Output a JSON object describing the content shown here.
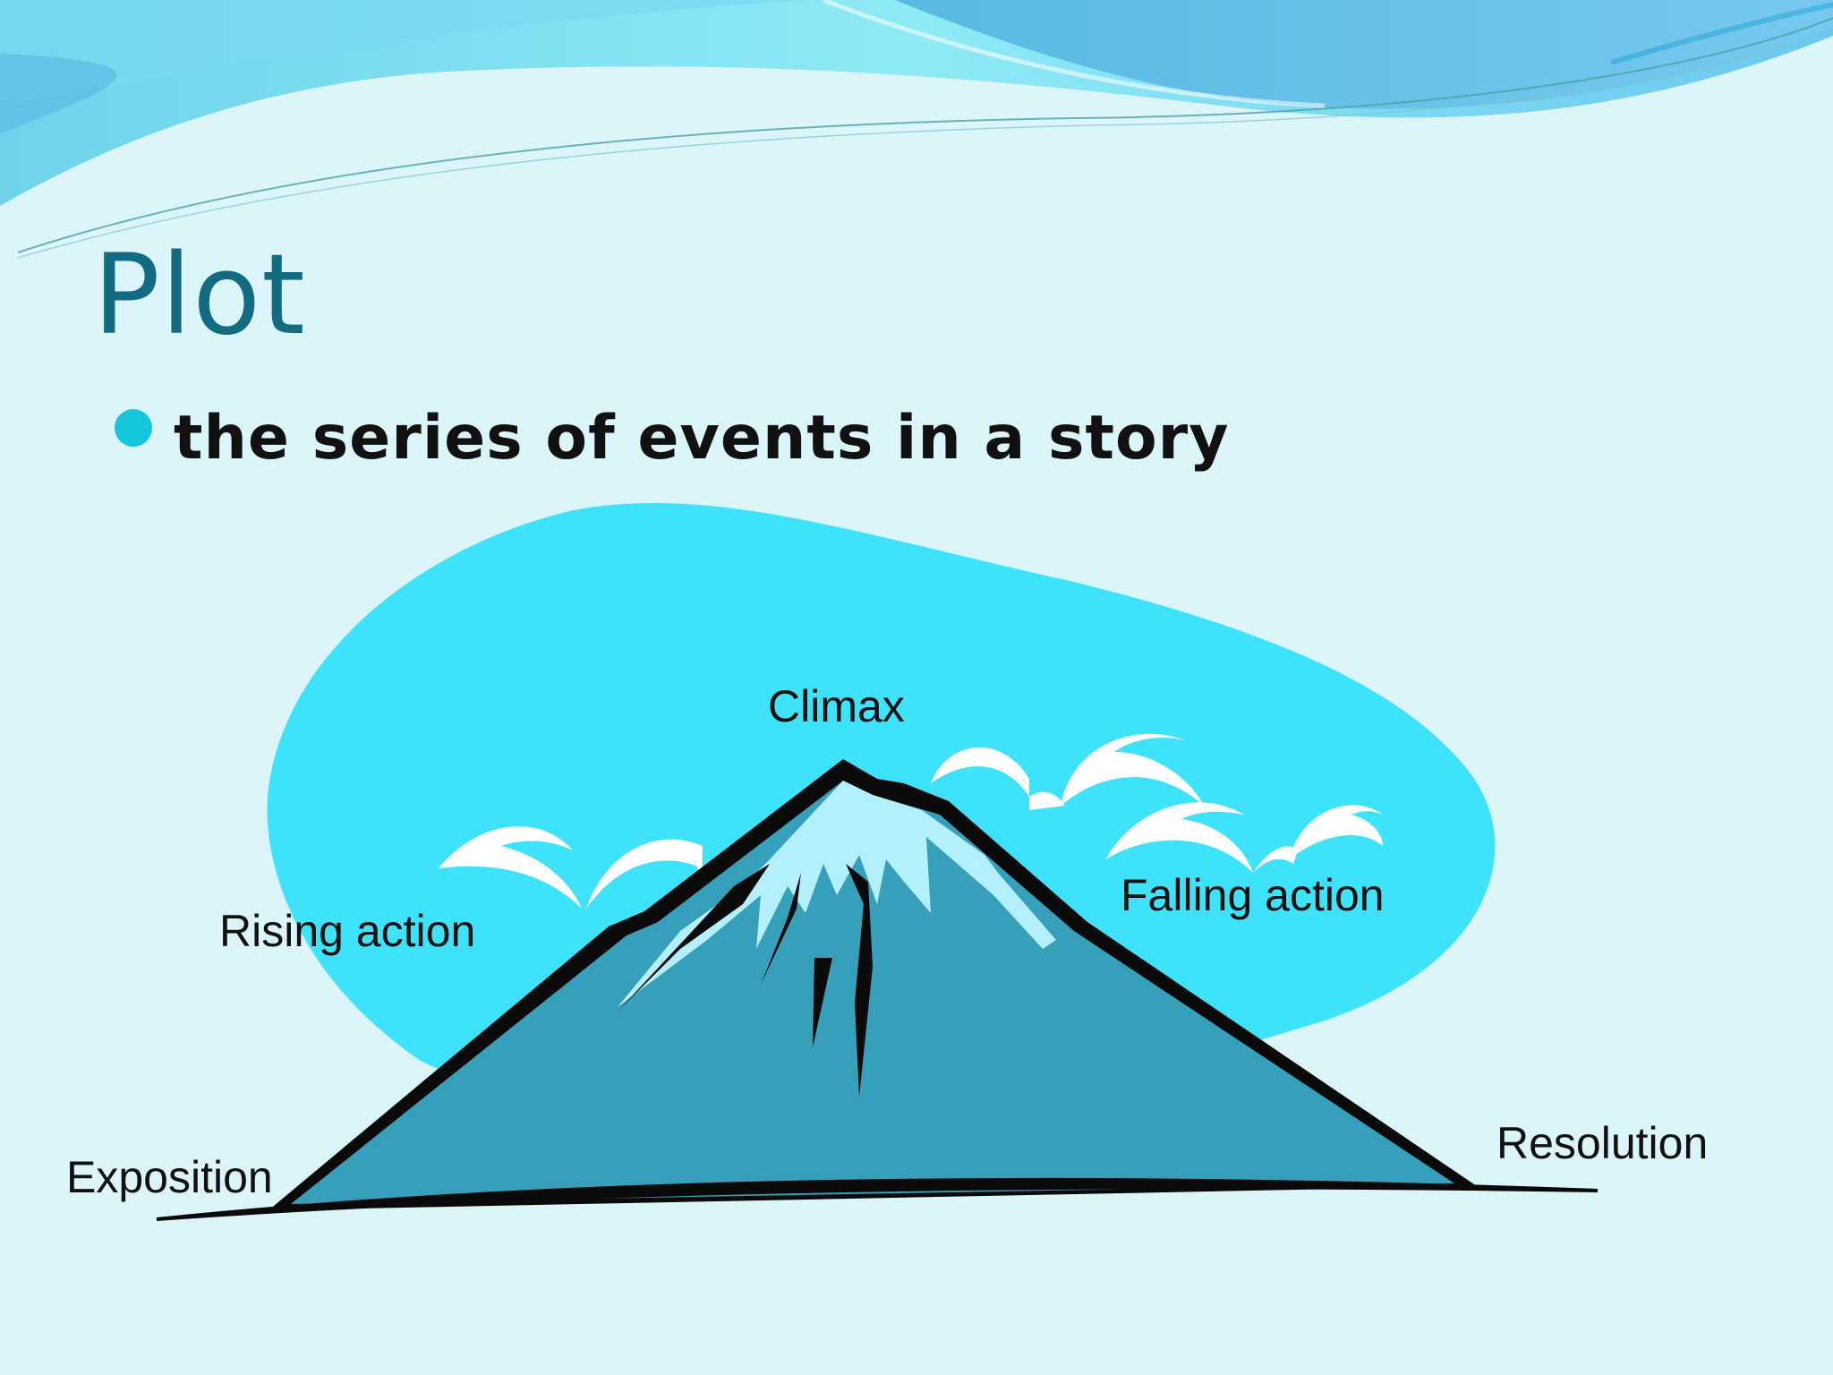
{
  "slide": {
    "title": "Plot",
    "bullet": "the series of events in a story"
  },
  "diagram": {
    "labels": {
      "climax": "Climax",
      "rising": "Rising action",
      "falling": "Falling action",
      "exposition": "Exposition",
      "resolution": "Resolution"
    }
  },
  "colors": {
    "background": "#dcf5fb",
    "title": "#136b82",
    "bullet": "#14c6dc",
    "sky_blob": "#3fe2fb",
    "mountain": "#369fba",
    "snow": "#b4f0fc",
    "outline": "#0a0a0a"
  }
}
